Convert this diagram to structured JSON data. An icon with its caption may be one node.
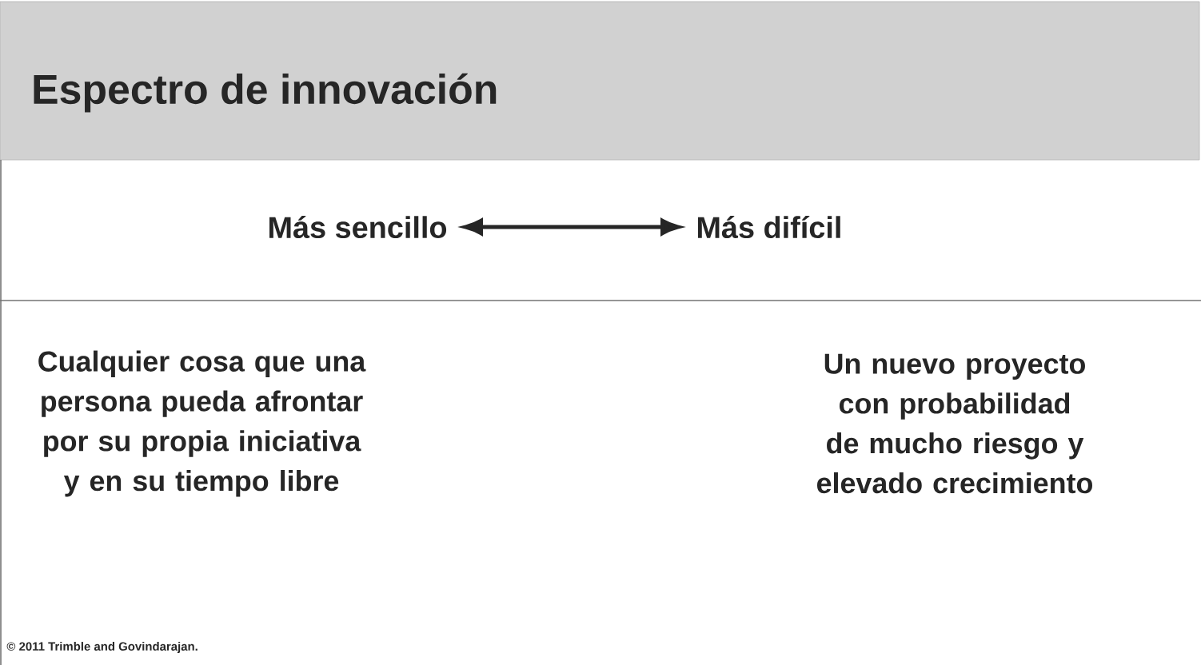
{
  "diagram": {
    "title": "Espectro de innovación",
    "nodes": [
      {
        "text": [
          "Más sencillo"
        ]
      },
      {
        "text": [
          "Más difícil"
        ]
      }
    ],
    "edges": [
      {
        "from": 0,
        "to": 1,
        "arrow": "both"
      }
    ],
    "labels": [
      "Cualquier cosa que una persona pueda afrontar por su propia iniciativa y en su tiempo libre",
      "Un nuevo proyecto con probabilidad de mucho riesgo y elevado crecimiento",
      "© 2011 Trimble and Govindarajan."
    ]
  }
}
